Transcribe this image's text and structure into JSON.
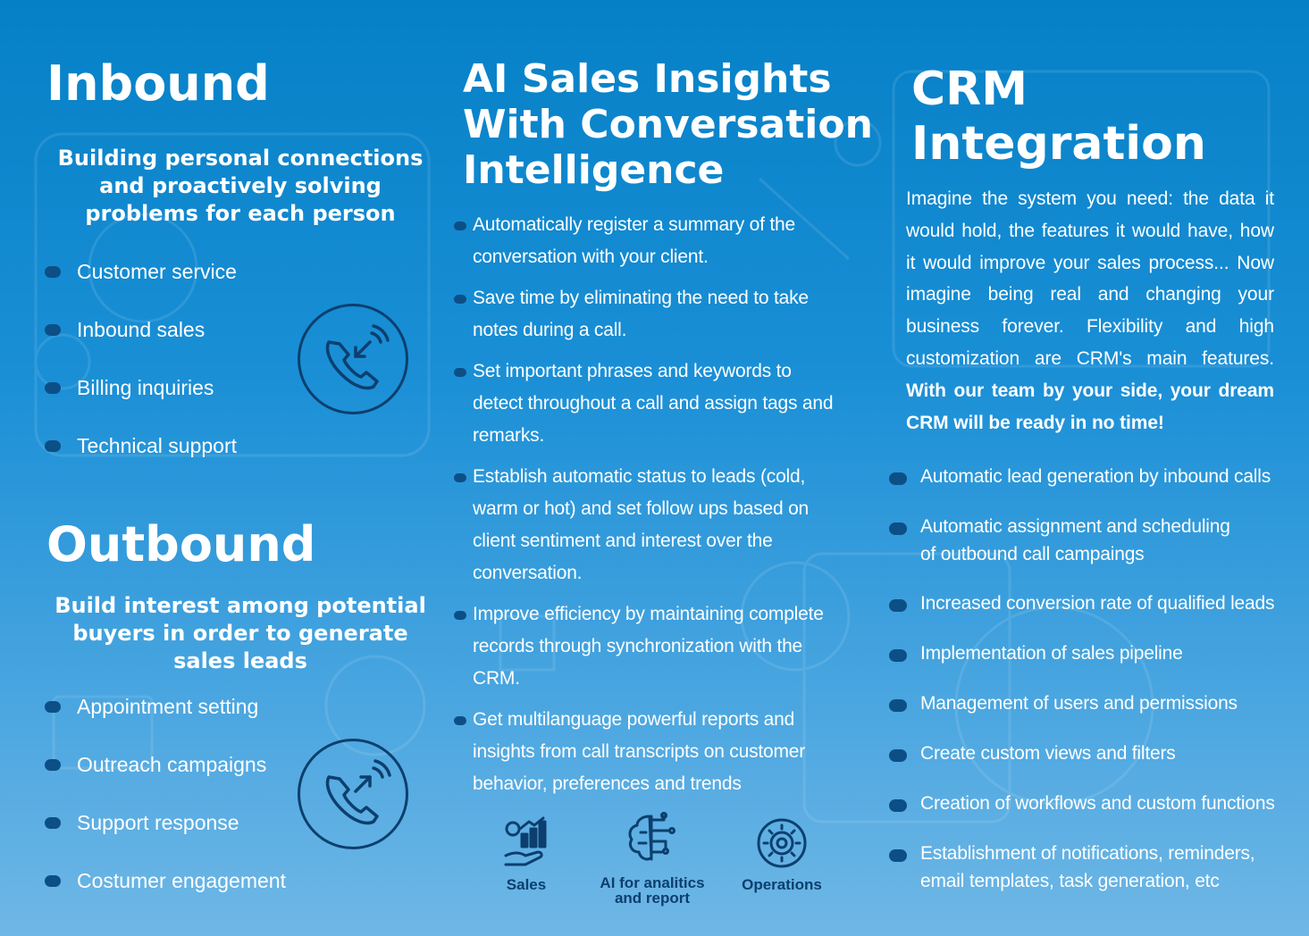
{
  "inbound": {
    "title": "Inbound",
    "subtitle_lines": [
      "Building personal connections",
      "and proactively solving",
      "problems for each person"
    ],
    "items": [
      "Customer service",
      "Inbound sales",
      "Billing inquiries",
      "Technical support"
    ],
    "icon": "incoming-call-icon"
  },
  "outbound": {
    "title": "Outbound",
    "subtitle_lines": [
      "Build interest among potential",
      "buyers in order to generate",
      "sales leads"
    ],
    "items": [
      "Appointment setting",
      "Outreach campaigns",
      "Support response",
      "Costumer engagement"
    ],
    "icon": "outgoing-call-icon"
  },
  "ai": {
    "title_lines": [
      "AI Sales Insights",
      "With Conversation",
      "Intelligence"
    ],
    "items": [
      [
        "Automatically register a summary of the",
        "conversation with your client."
      ],
      [
        "Save time by eliminating the need to take",
        "notes during a call."
      ],
      [
        "Set important phrases and keywords to",
        "detect throughout a call and assign tags  and",
        "remarks."
      ],
      [
        "Establish automatic status to leads (cold,",
        "warm or hot) and set follow ups based on",
        "client sentiment and interest over the",
        "conversation."
      ],
      [
        "Improve efficiency by maintaining complete",
        "records through synchronization with the",
        "CRM."
      ],
      [
        "Get multilanguage powerful reports and",
        "insights from call transcripts on customer",
        "behavior, preferences and trends"
      ]
    ],
    "icons": [
      {
        "label_lines": [
          "Sales"
        ],
        "icon": "sales-growth-icon"
      },
      {
        "label_lines": [
          "AI for analitics",
          "and report"
        ],
        "icon": "ai-brain-icon"
      },
      {
        "label_lines": [
          "Operations"
        ],
        "icon": "operations-gear-icon"
      }
    ]
  },
  "crm": {
    "title_lines": [
      "CRM",
      "Integration"
    ],
    "paragraph": "Imagine the system you need: the data it would hold, the features it would have, how it would improve your sales process... Now imagine being real and changing your business forever. Flexibility and high customization are CRM's main features.",
    "paragraph_bold": "With our team by your side, your dream CRM will be ready in no time!",
    "items": [
      [
        "Automatic lead generation by inbound calls"
      ],
      [
        "Automatic assignment and scheduling",
        "of outbound call campaings"
      ],
      [
        "Increased conversion rate of qualified leads"
      ],
      [
        "Implementation of sales pipeline"
      ],
      [
        "Management of users and permissions"
      ],
      [
        "Create custom views and filters"
      ],
      [
        "Creation of workflows and custom functions"
      ],
      [
        "Establishment of notifications, reminders,",
        "email templates, task generation, etc"
      ]
    ]
  },
  "colors": {
    "accent_dark": "#0c3f6e",
    "bullet": "#0c4f87",
    "bg_top": "#0580c6",
    "bg_bottom": "#6fb7e6"
  }
}
